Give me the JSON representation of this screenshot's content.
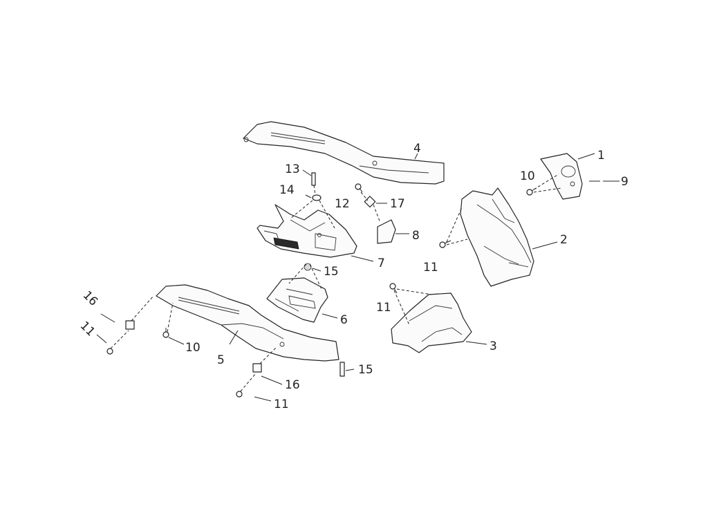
{
  "diagram": {
    "callouts": [
      {
        "id": "c1",
        "label": "1"
      },
      {
        "id": "c2",
        "label": "2"
      },
      {
        "id": "c3",
        "label": "3"
      },
      {
        "id": "c4",
        "label": "4"
      },
      {
        "id": "c5",
        "label": "5"
      },
      {
        "id": "c6",
        "label": "6"
      },
      {
        "id": "c7",
        "label": "7"
      },
      {
        "id": "c8",
        "label": "8"
      },
      {
        "id": "c9",
        "label": "9"
      },
      {
        "id": "c10a",
        "label": "10"
      },
      {
        "id": "c10b",
        "label": "10"
      },
      {
        "id": "c11a",
        "label": "11"
      },
      {
        "id": "c11b",
        "label": "11"
      },
      {
        "id": "c11c",
        "label": "11"
      },
      {
        "id": "c11d",
        "label": "11"
      },
      {
        "id": "c12",
        "label": "12"
      },
      {
        "id": "c13",
        "label": "13"
      },
      {
        "id": "c14",
        "label": "14"
      },
      {
        "id": "c15a",
        "label": "15"
      },
      {
        "id": "c15b",
        "label": "15"
      },
      {
        "id": "c16a",
        "label": "16"
      },
      {
        "id": "c16b",
        "label": "16"
      },
      {
        "id": "c17",
        "label": "17"
      }
    ]
  }
}
